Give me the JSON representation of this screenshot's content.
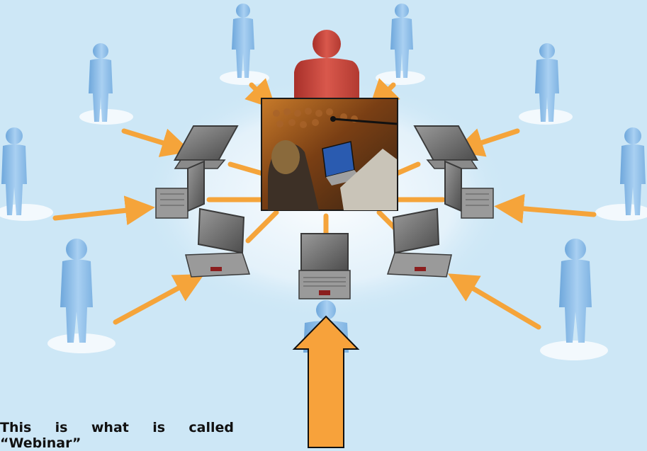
{
  "caption": {
    "line1": "This is what is called",
    "line2": "“Webinar”"
  },
  "colors": {
    "background": "#cde7f6",
    "presenter": "#c8463c",
    "attendee": "#8fbfe8",
    "arrow": "#f5a43a",
    "highlight_arrow": "#f7a23b"
  },
  "icons": {
    "presenter": "person-red-icon",
    "attendee": "person-blue-icon",
    "device": "laptop-icon",
    "photo": "presenter-at-podium-photo"
  }
}
